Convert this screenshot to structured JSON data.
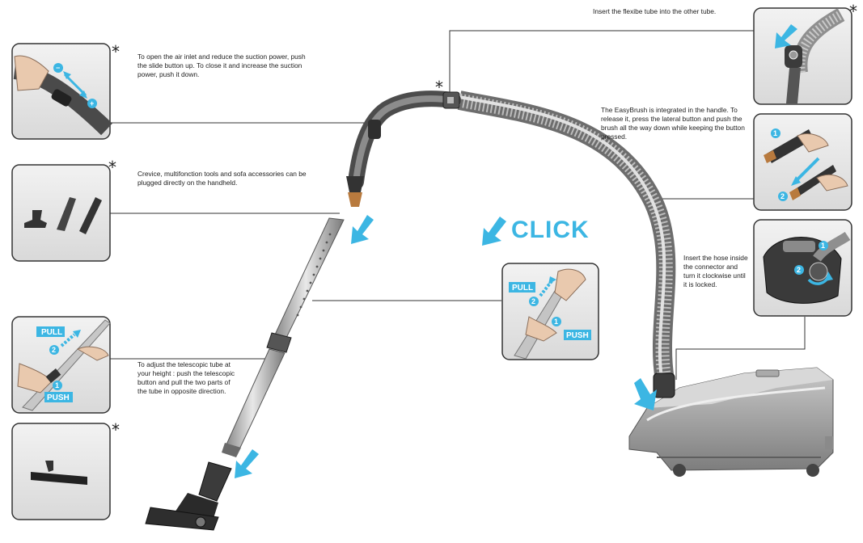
{
  "notes": {
    "slide_button": "To open the air inlet and reduce the suction power, push the slide button up. To close it and increase the suction power, push it down.",
    "accessories": "Crevice, multifonction tools and sofa accessories can be plugged directly on the handheld.",
    "telescopic": "To adjust the telescopic tube at your height : push the telescopic button and pull the two parts of the tube in opposite direction.",
    "flexible_tube": "Insert the flexibe tube into the other tube.",
    "easybrush": "The EasyBrush is integrated in the handle. To release it, press the lateral button and push the brush all the way down while keeping the button pressed.",
    "hose": "Insert the hose inside the connector and turn it clockwise until it is locked."
  },
  "click_label": "CLICK",
  "tags": {
    "pull": "PULL",
    "push": "PUSH"
  },
  "steps": [
    "1",
    "2"
  ],
  "asterisk": "*",
  "colors": {
    "accent": "#3cb6e3",
    "panel_border": "#333333",
    "panel_bg": "#e6e6e6",
    "body_grey": "#9a9a9a"
  }
}
